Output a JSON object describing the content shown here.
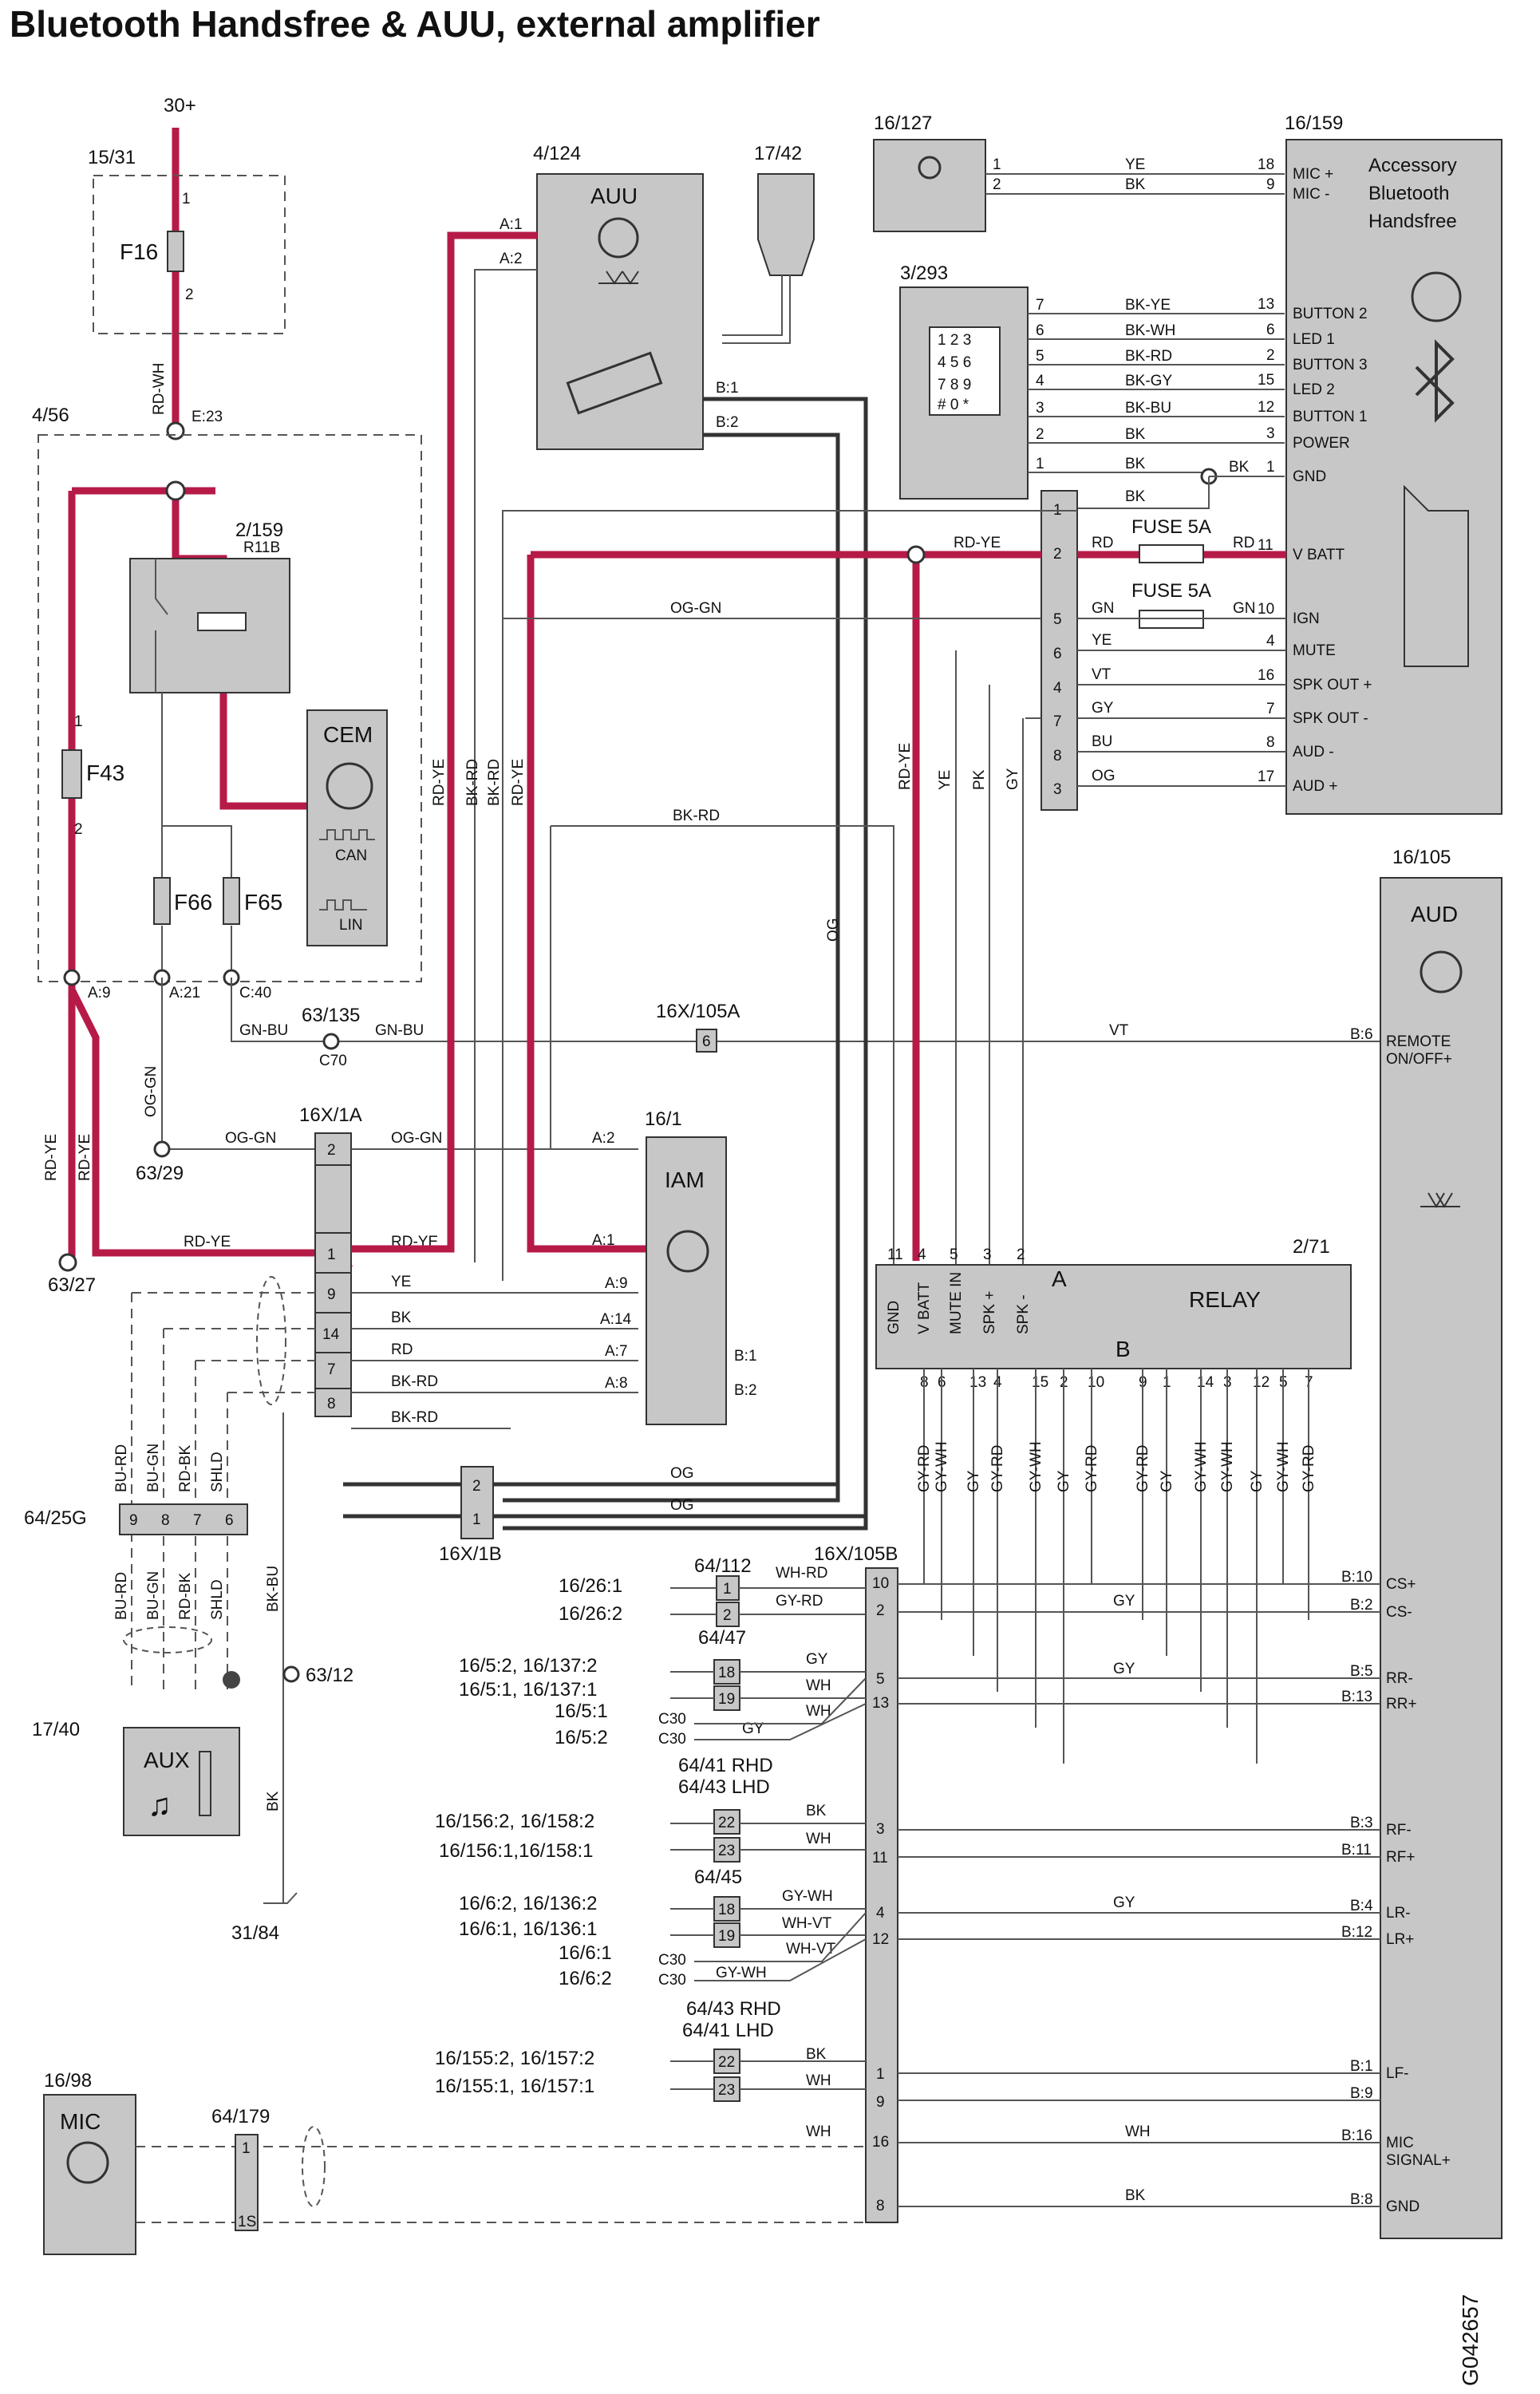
{
  "title": "Bluetooth Handsfree & AUU, external amplifier",
  "doc_id": "G042657",
  "colors": {
    "power_wire": "#b61b48",
    "box_fill": "#c7c7c7",
    "wire": "#555555"
  },
  "components": {
    "supply": "30+",
    "fuse_holder": "15/31",
    "fuse_f16": "F16",
    "wire_rd_wh": "RD-WH",
    "junction_e23": "E:23",
    "cem_box_id": "4/56",
    "relay_id": "2/159",
    "relay_name": "R11B",
    "cem": "CEM",
    "can": "CAN",
    "lin": "LIN",
    "fuse_f43": "F43",
    "fuse_f66": "F66",
    "fuse_f65": "F65",
    "auu_id": "4/124",
    "auu": "AUU",
    "antenna_id": "17/42",
    "mic_in_id": "16/127",
    "keypad_id": "3/293",
    "handsfree_id": "16/159",
    "handsfree_name": [
      "Accessory",
      "Bluetooth",
      "Handsfree"
    ],
    "aud_id": "16/105",
    "aud": "AUD",
    "iam_id": "16/1",
    "iam": "IAM",
    "relay2_id": "2/71",
    "relay2_name": "RELAY",
    "conn_16x1a": "16X/1A",
    "conn_16x1b": "16X/1B",
    "conn_16x105a": "16X/105A",
    "conn_16x105b": "16X/105B",
    "aux_conn": "64/25G",
    "aux_id": "17/40",
    "aux": "AUX",
    "mic_id": "16/98",
    "mic": "MIC",
    "splice_64_179": "64/179",
    "ground_63_27": "63/27",
    "ground_63_29": "63/29",
    "ground_63_12": "63/12",
    "ground_31_84": "31/84",
    "splice_63_135": "63/135",
    "c70": "C70",
    "fuse_5a": "FUSE 5A"
  },
  "handsfree_pins": [
    {
      "n": "18",
      "label": "MIC +"
    },
    {
      "n": "9",
      "label": "MIC -"
    },
    {
      "n": "13",
      "label": "BUTTON 2"
    },
    {
      "n": "6",
      "label": "LED 1"
    },
    {
      "n": "2",
      "label": "BUTTON 3"
    },
    {
      "n": "15",
      "label": "LED 2"
    },
    {
      "n": "12",
      "label": "BUTTON 1"
    },
    {
      "n": "3",
      "label": "POWER"
    },
    {
      "n": "1",
      "label": "GND"
    },
    {
      "n": "11",
      "label": "V BATT"
    },
    {
      "n": "10",
      "label": "IGN"
    },
    {
      "n": "4",
      "label": "MUTE"
    },
    {
      "n": "16",
      "label": "SPK OUT +"
    },
    {
      "n": "7",
      "label": "SPK OUT -"
    },
    {
      "n": "8",
      "label": "AUD -"
    },
    {
      "n": "17",
      "label": "AUD +"
    }
  ],
  "aud_pins": [
    {
      "n": "B:6",
      "label": "REMOTE ON/OFF+"
    },
    {
      "n": "B:10",
      "label": "CS+"
    },
    {
      "n": "B:2",
      "label": "CS-"
    },
    {
      "n": "B:5",
      "label": "RR-"
    },
    {
      "n": "B:13",
      "label": "RR+"
    },
    {
      "n": "B:3",
      "label": "RF-"
    },
    {
      "n": "B:11",
      "label": "RF+"
    },
    {
      "n": "B:4",
      "label": "LR-"
    },
    {
      "n": "B:12",
      "label": "LR+"
    },
    {
      "n": "B:1",
      "label": "LF-"
    },
    {
      "n": "B:9",
      "label": ""
    },
    {
      "n": "B:16",
      "label": "MIC SIGNAL+"
    },
    {
      "n": "B:8",
      "label": "GND"
    }
  ],
  "wires": {
    "ye": "YE",
    "bk": "BK",
    "bk_ye": "BK-YE",
    "bk_wh": "BK-WH",
    "bk_rd": "BK-RD",
    "bk_gy": "BK-GY",
    "bk_bu": "BK-BU",
    "rd_ye": "RD-YE",
    "rd": "RD",
    "og_gn": "OG-GN",
    "gn": "GN",
    "vt": "VT",
    "gy": "GY",
    "bu": "BU",
    "og": "OG",
    "pk": "PK",
    "gn_bu": "GN-BU",
    "wh": "WH",
    "wh_rd": "WH-RD",
    "gy_rd": "GY-RD",
    "gy_wh": "GY-WH",
    "wh_vt": "WH-VT",
    "bu_rd": "BU-RD",
    "bu_gn": "BU-GN",
    "rd_bk": "RD-BK",
    "shld": "SHLD",
    "bk_bu2": "BK-BU"
  },
  "relay2_pins_top": [
    "11",
    "4",
    "5",
    "3",
    "2"
  ],
  "relay2_labels_top": [
    "GND",
    "V BATT",
    "MUTE IN",
    "SPK +",
    "SPK -"
  ],
  "relay2_pins_bottom": [
    "8",
    "6",
    "13",
    "4",
    "15",
    "2",
    "10",
    "9",
    "1",
    "14",
    "3",
    "12",
    "5",
    "7"
  ],
  "relay2_wire_bottom": [
    "GY-RD",
    "GY-WH",
    "GY",
    "GY-RD",
    "GY-WH",
    "GY",
    "GY-RD",
    "GY-RD",
    "GY",
    "GY-WH",
    "GY-WH",
    "GY",
    "GY-WH",
    "GY-RD"
  ],
  "refs": {
    "r1": "16/26:1",
    "r2": "16/26:2",
    "r3": "16/5:2, 16/137:2",
    "r4": "16/5:1, 16/137:1",
    "r5": "16/5:1",
    "r6": "16/5:2",
    "r7": "16/156:2, 16/158:2",
    "r8": "16/156:1,16/158:1",
    "r9": "16/6:2, 16/136:2",
    "r10": "16/6:1, 16/136:1",
    "r11": "16/6:1",
    "r12": "16/6:2",
    "r13": "16/155:2, 16/157:2",
    "r14": "16/155:1, 16/157:1",
    "c64_112": "64/112",
    "c64_47": "64/47",
    "c64_41": "64/41 RHD",
    "c64_43": "64/43 LHD",
    "c64_45": "64/45",
    "c64_43b": "64/43 RHD",
    "c64_41b": "64/41 LHD",
    "c30": "C30"
  }
}
